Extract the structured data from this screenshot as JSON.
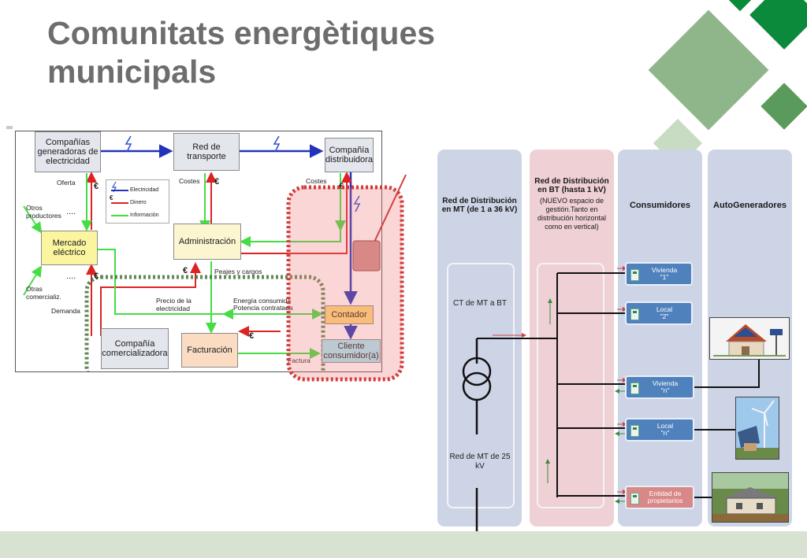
{
  "title": "Comunitats energètiques municipals",
  "colors": {
    "title": "#6d6d6d",
    "accent_green": "#0a8a3a",
    "light_green": "#8fb58a",
    "blue_arrow": "#2233bb",
    "red_arrow": "#dd2222",
    "green_arrow": "#44dd44"
  },
  "left_diagram": {
    "boxes": {
      "generators": "Compañías generadoras de electricidad",
      "transport": "Red de transporte",
      "distributor": "Compañía distribuidora",
      "market": "Mercado eléctrico",
      "administration": "Administración",
      "meter": "Contador",
      "retailer": "Compañía comercializadora",
      "billing": "Facturación",
      "client": "Cliente consumidor(a)"
    },
    "labels": {
      "offer": "Oferta",
      "other_producers": "Otros productores",
      "other_retailers": "Otras comercializ.",
      "demand": "Demanda",
      "costs_left": "Costes",
      "costs_right": "Costes",
      "tolls": "Peajes y cargos",
      "price": "Precio de la electricidad",
      "energy": "Energía consumida",
      "power": "Potencia contratada",
      "invoice": "Factura",
      "dots": "...."
    },
    "euro": "€",
    "legend": {
      "electricity": "Electricidad",
      "money": "Dinero",
      "information": "Información"
    },
    "icons": [
      "lightning-icon",
      "euro-icon"
    ]
  },
  "right_diagram": {
    "columns": {
      "mt": {
        "title": "Red de Distribución en MT (de 1 a 36 kV)"
      },
      "bt": {
        "title": "Red de Distribución en BT (hasta 1 kV)",
        "subtitle": "(NUEVO espacio de gestión.Tanto en distribución horizontal como en vertical)"
      },
      "consumers": {
        "title": "Consumidores"
      },
      "autogen": {
        "title": "AutoGeneradores"
      }
    },
    "ct_label": "CT de MT a BT",
    "mt_label": "Red de MT de 25 kV",
    "consumers": [
      {
        "line1": "Vivienda",
        "line2": "\"1\""
      },
      {
        "line1": "Local",
        "line2": "\"2\""
      },
      {
        "line1": "Vivienda",
        "line2": "\"n\""
      },
      {
        "line1": "Local",
        "line2": "\"n\""
      },
      {
        "line1": "Entidad de",
        "line2": "propietarios"
      }
    ]
  }
}
